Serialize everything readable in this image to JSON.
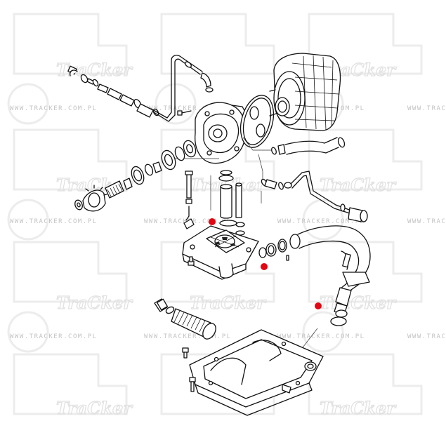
{
  "watermark": {
    "url_text": "WWW.TRACKER.COM.PL",
    "logo_text": "TraCker"
  },
  "colors": {
    "marker": "#e30613",
    "line": "#111111",
    "watermark": "#c4c4c4",
    "background": "#ffffff"
  },
  "markers": [
    {
      "id": "marker-1"
    },
    {
      "id": "marker-2"
    },
    {
      "id": "marker-3"
    }
  ]
}
